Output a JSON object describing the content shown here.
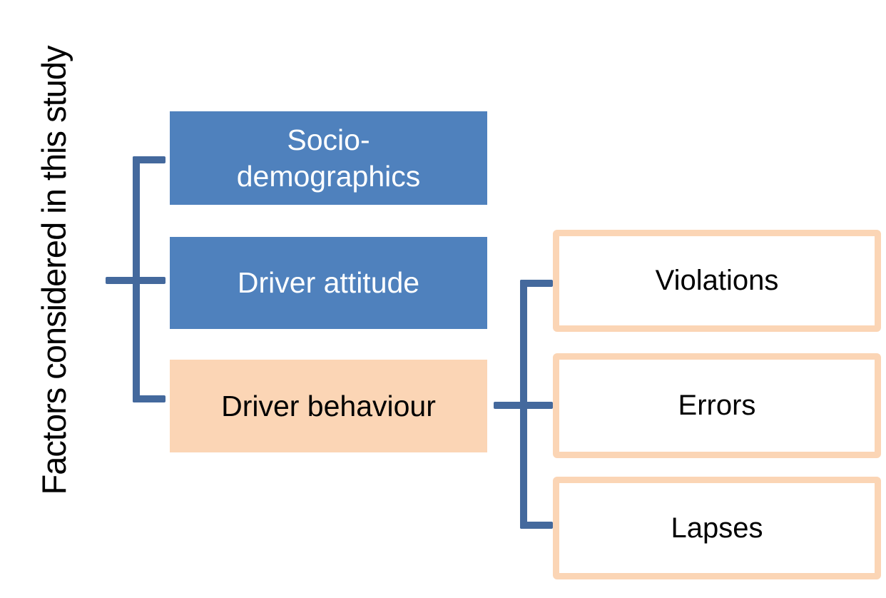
{
  "diagram": {
    "side_label": "Factors considered in this study",
    "colors": {
      "blue_fill": "#4F81BD",
      "peach_fill": "#FBD5B5",
      "peach_border": "#FBD5B5",
      "connector_blue": "#44699D",
      "white_text": "#FFFFFF",
      "black_text": "#000000"
    },
    "factor_boxes": [
      {
        "id": "socio-demographics",
        "label": "Socio-\ndemographics",
        "style": "blue"
      },
      {
        "id": "driver-attitude",
        "label": "Driver attitude",
        "style": "blue"
      },
      {
        "id": "driver-behaviour",
        "label": "Driver behaviour",
        "style": "peach"
      }
    ],
    "behaviour_subtypes": [
      {
        "id": "violations",
        "label": "Violations"
      },
      {
        "id": "errors",
        "label": "Errors"
      },
      {
        "id": "lapses",
        "label": "Lapses"
      }
    ]
  }
}
